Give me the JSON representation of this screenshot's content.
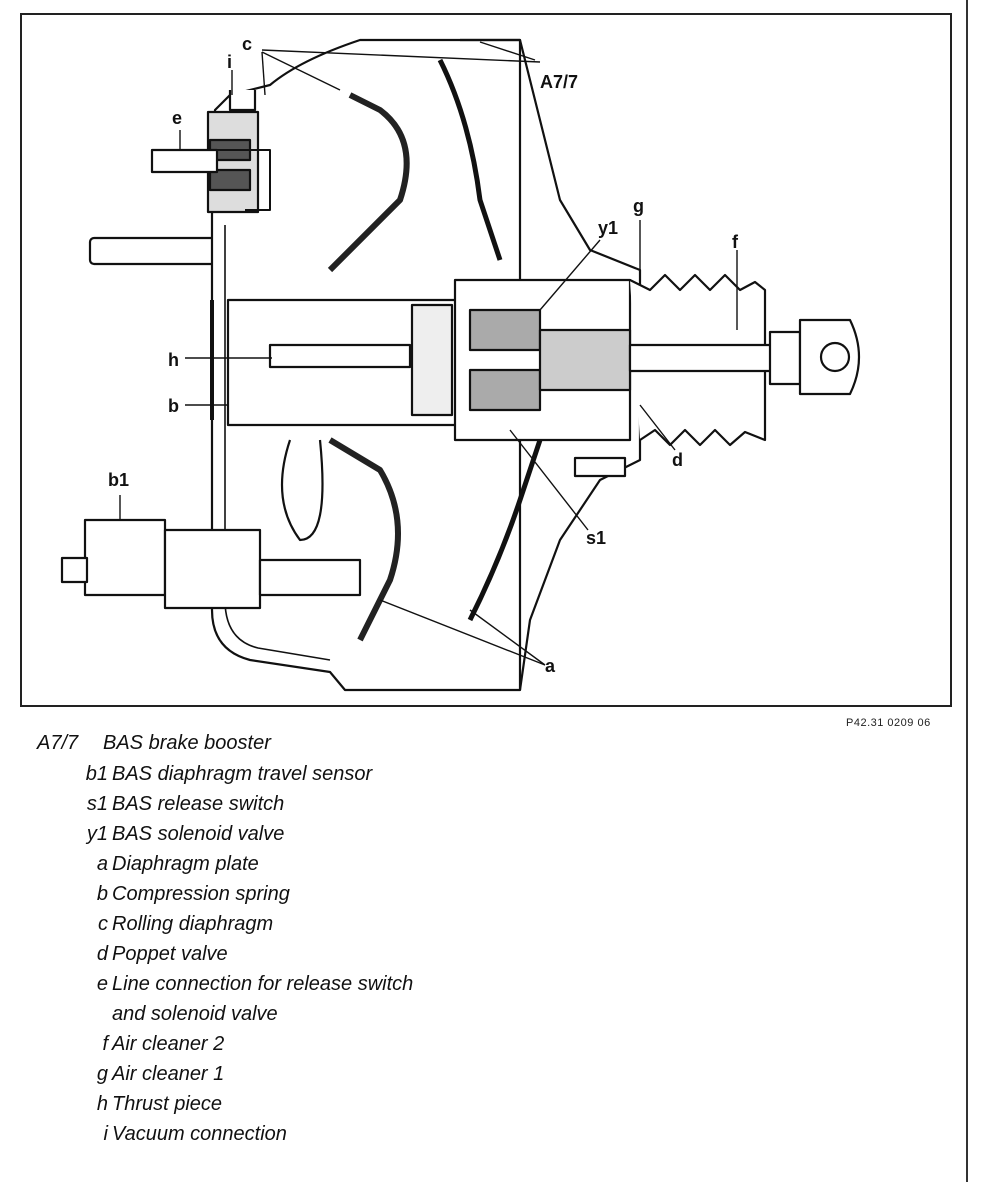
{
  "diagram": {
    "callouts": {
      "a": "a",
      "b": "b",
      "b1": "b1",
      "c": "c",
      "d": "d",
      "e": "e",
      "f": "f",
      "g": "g",
      "h": "h",
      "i": "i",
      "s1": "s1",
      "y1": "y1",
      "A7_7": "A7/7"
    },
    "figure_code": "P42.31 0209 06"
  },
  "legend": {
    "title_code": "A7/7",
    "title_desc": "BAS brake booster",
    "items": [
      {
        "key": "b1",
        "desc": "BAS diaphragm travel sensor"
      },
      {
        "key": "s1",
        "desc": "BAS release switch"
      },
      {
        "key": "y1",
        "desc": "BAS solenoid valve"
      },
      {
        "key": "a",
        "desc": "Diaphragm plate"
      },
      {
        "key": "b",
        "desc": "Compression spring"
      },
      {
        "key": "c",
        "desc": "Rolling diaphragm"
      },
      {
        "key": "d",
        "desc": "Poppet valve"
      },
      {
        "key": "e",
        "desc": "Line connection for release switch"
      },
      {
        "key": "",
        "desc": "and solenoid valve"
      },
      {
        "key": "f",
        "desc": "Air cleaner 2"
      },
      {
        "key": "g",
        "desc": "Air cleaner 1"
      },
      {
        "key": "h",
        "desc": "Thrust piece"
      },
      {
        "key": "i",
        "desc": "Vacuum connection"
      }
    ]
  }
}
